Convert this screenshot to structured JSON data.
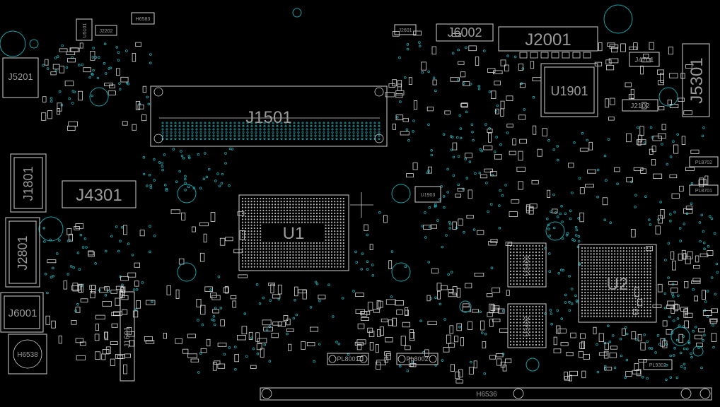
{
  "board": {
    "background": "#000000",
    "outline_color": "#cfcfcf",
    "via_color": "#1fa8b0",
    "label_color": "#9a9a9a"
  },
  "labels": {
    "j1501": "J1501",
    "u1": "U1",
    "u2": "U2",
    "j2001": "J2001",
    "j6002": "J6002",
    "u1901": "U1901",
    "j5301": "J5301",
    "j5201": "J5201",
    "j4301": "J4301",
    "j1801": "J1801",
    "j2801": "J2801",
    "j6001": "J6001",
    "j1601": "J1601",
    "u3401": "U3401",
    "u3402": "U3402",
    "h6536": "H6536",
    "h6538": "H6538",
    "h6583": "H6583",
    "j4701": "J4701",
    "j2102": "J2102",
    "j2601": "J2601",
    "j2202": "J2202",
    "u5101": "U5101",
    "u1903": "U1903",
    "pl8001": "PL8001",
    "pl8002": "PL8002",
    "pl8702": "PL8702",
    "pl8701": "PL8701",
    "pl9302": "PL9302"
  }
}
